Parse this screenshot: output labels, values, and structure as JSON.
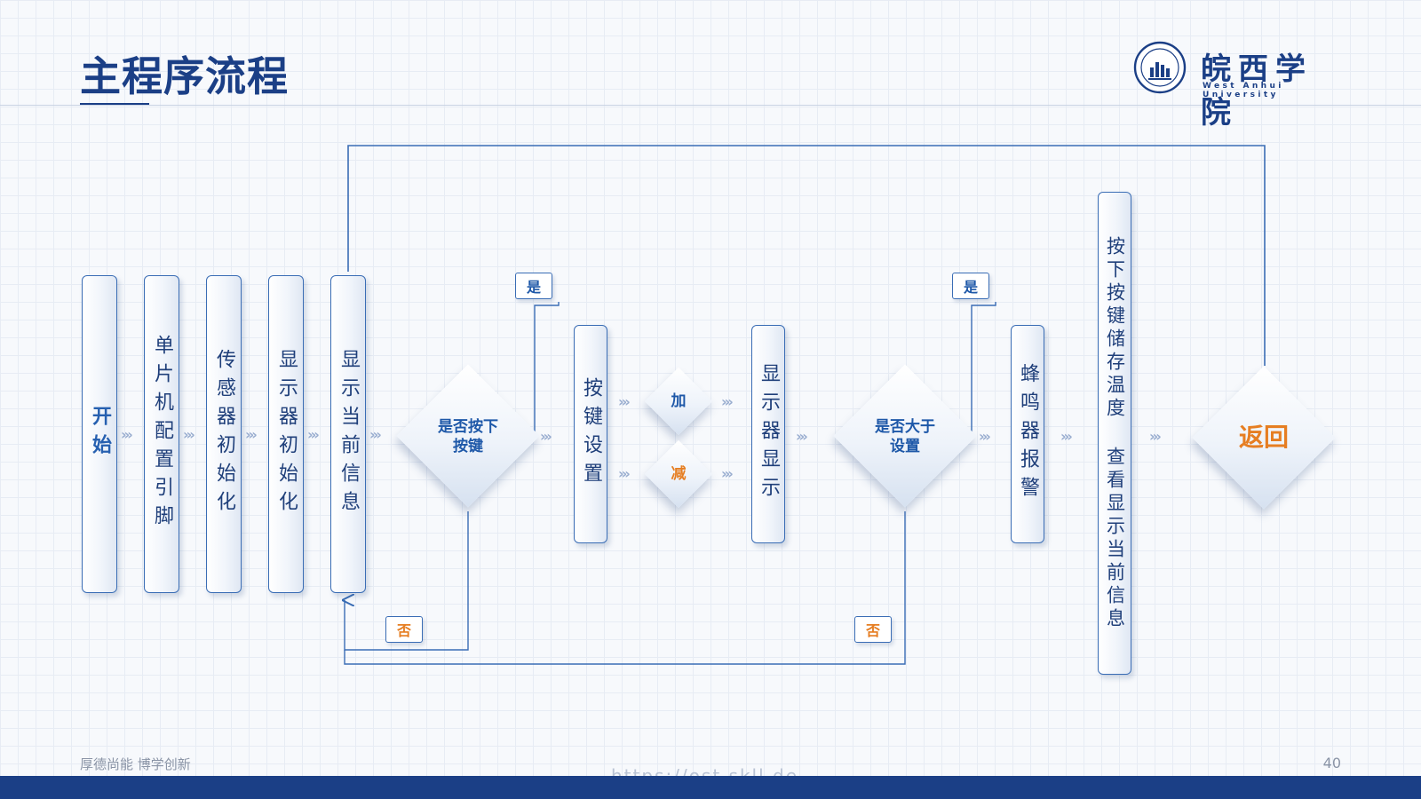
{
  "slide": {
    "title": "主程序流程",
    "logo": {
      "name_cn": "皖西学院",
      "name_en": "West Anhui University"
    },
    "footer": {
      "motto": "厚德尚能 博学创新",
      "page": "40",
      "watermark": "https://ost.skll.de"
    }
  },
  "flow": {
    "steps": [
      {
        "id": "start",
        "label": "开始"
      },
      {
        "id": "mcu_pins",
        "label": "单片机配置引脚"
      },
      {
        "id": "sensor_init",
        "label": "传感器初始化"
      },
      {
        "id": "display_init",
        "label": "显示器初始化"
      },
      {
        "id": "show_info",
        "label": "显示当前信息"
      },
      {
        "id": "key_pressed",
        "label": "是否按下按键"
      },
      {
        "id": "key_setting",
        "label": "按键设置"
      },
      {
        "id": "add",
        "label": "加"
      },
      {
        "id": "sub",
        "label": "减"
      },
      {
        "id": "display_show",
        "label": "显示器显示"
      },
      {
        "id": "above_setting",
        "label": "是否大于设置"
      },
      {
        "id": "buzzer",
        "label": "蜂鸣器报警"
      },
      {
        "id": "store_temp",
        "label": "按下按键储存温度 查看显示当前信息"
      },
      {
        "id": "return",
        "label": "返回"
      }
    ],
    "branch_labels": {
      "yes": "是",
      "no": "否"
    },
    "colors": {
      "primary": "#1b3f86",
      "accent": "#e67e22",
      "box_border": "#3a6db5"
    }
  }
}
